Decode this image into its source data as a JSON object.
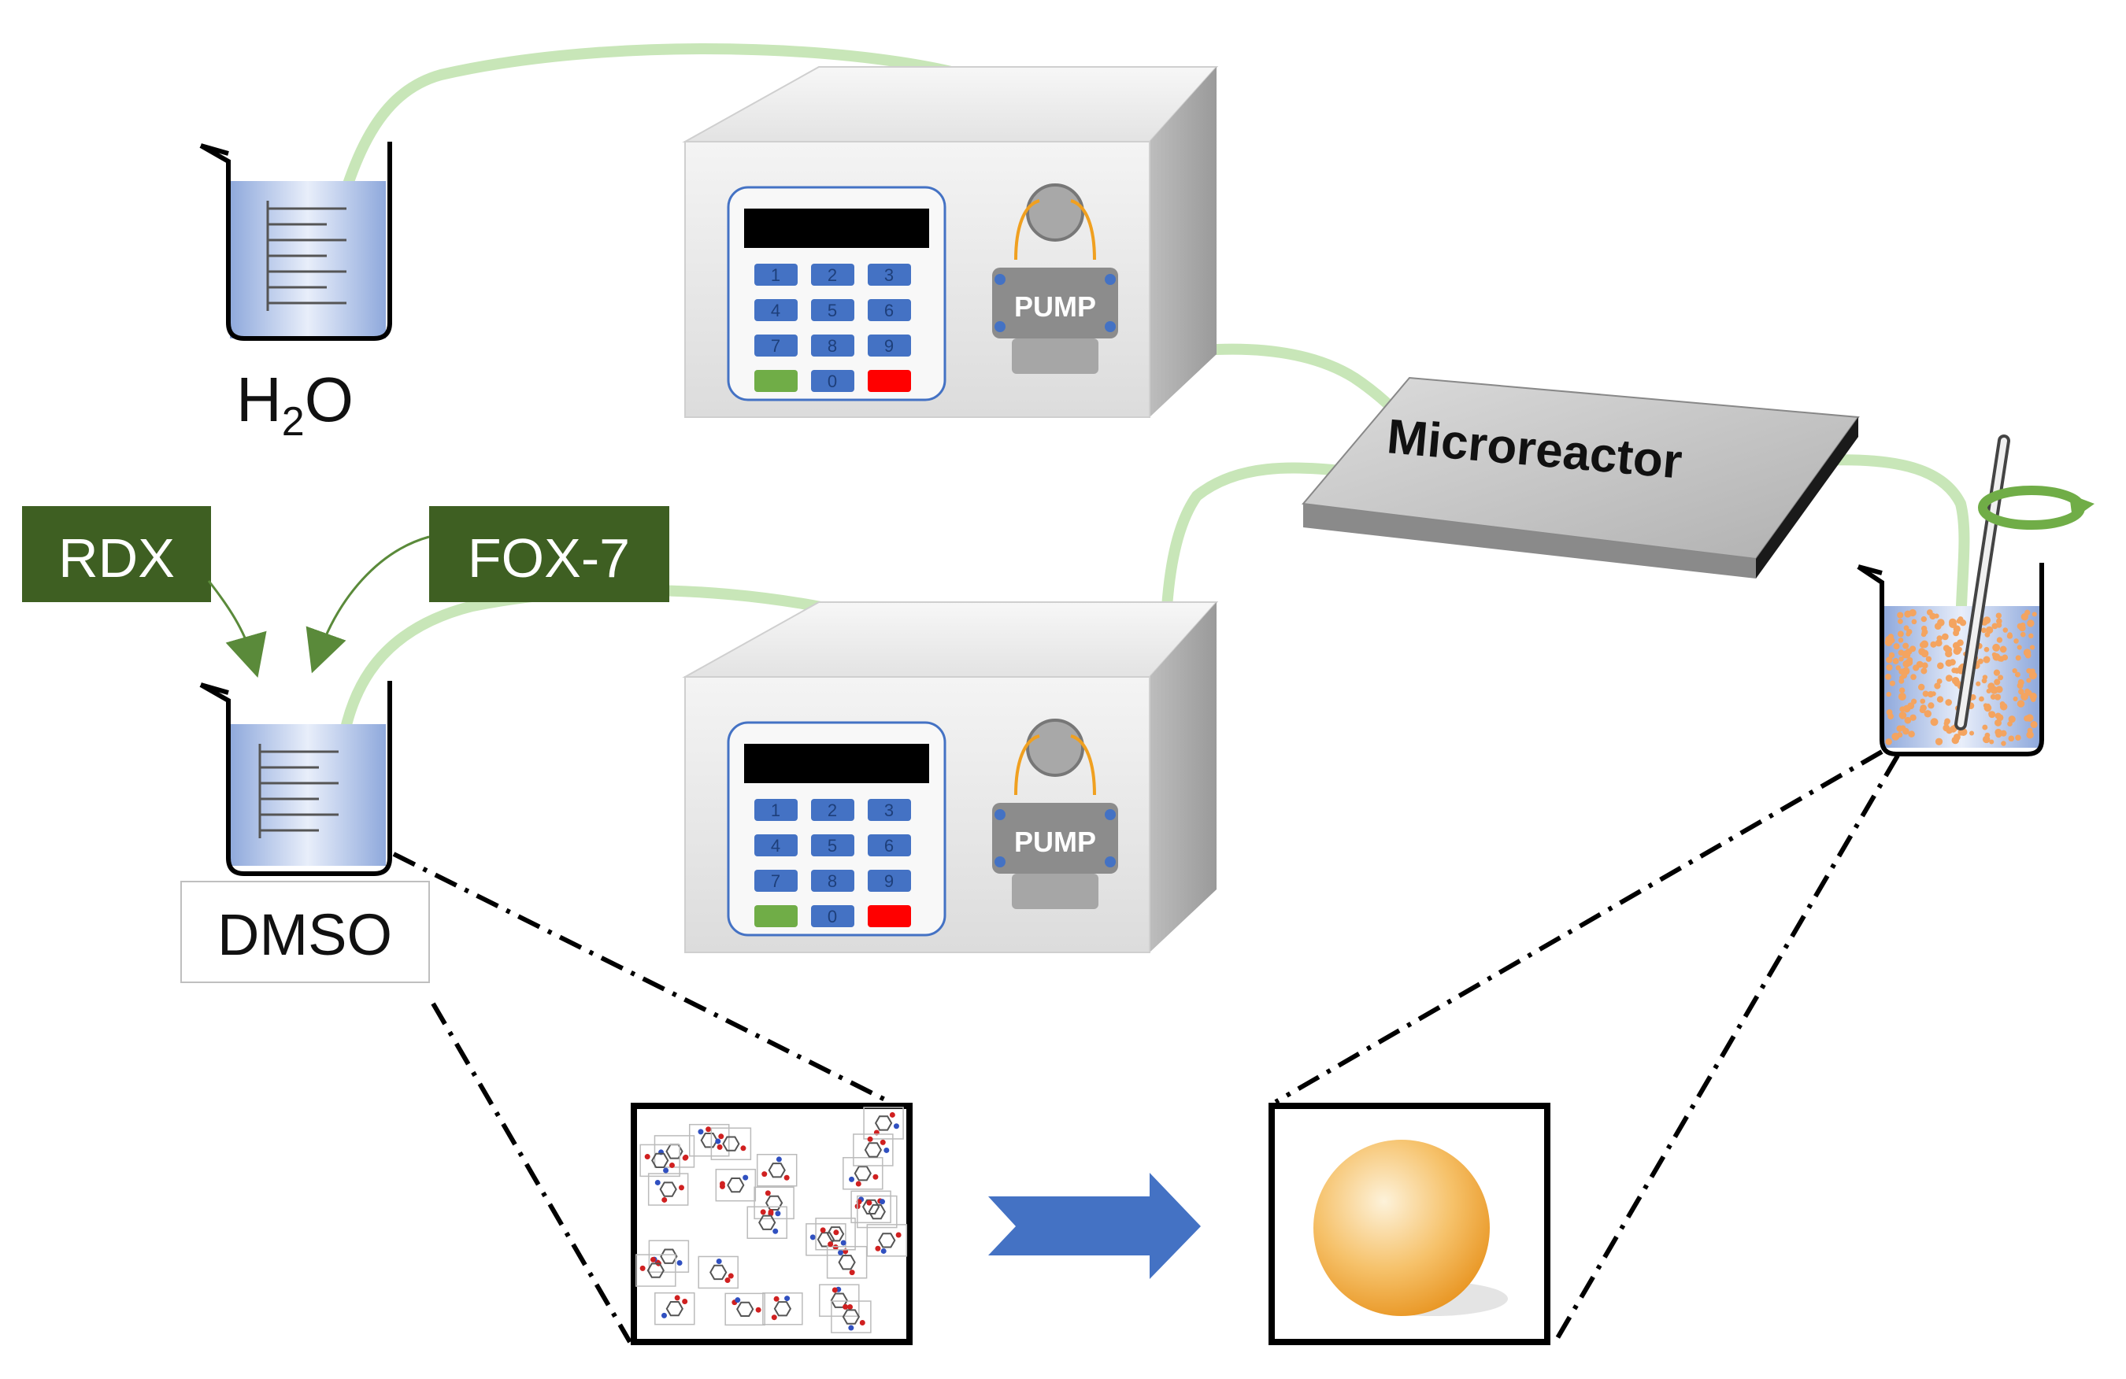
{
  "labels": {
    "water": "H",
    "water_sub": "2",
    "water_end": "O",
    "rdx": "RDX",
    "fox7": "FOX-7",
    "dmso": "DMSO",
    "microreactor": "Microreactor"
  },
  "pump": {
    "label": "PUMP",
    "keys": [
      "1",
      "2",
      "3",
      "4",
      "5",
      "6",
      "7",
      "8",
      "9",
      "0"
    ]
  },
  "colors": {
    "tube": "#c8e6b8",
    "label_box": "#3e5f22",
    "liquid": "#b7c9ea",
    "key_blue": "#4472c4",
    "key_green": "#70ad47",
    "key_red": "#ff0000",
    "arrow_blue": "#4472c4",
    "particle_orange": "#f4a460",
    "sphere_orange": "#f0a030"
  }
}
